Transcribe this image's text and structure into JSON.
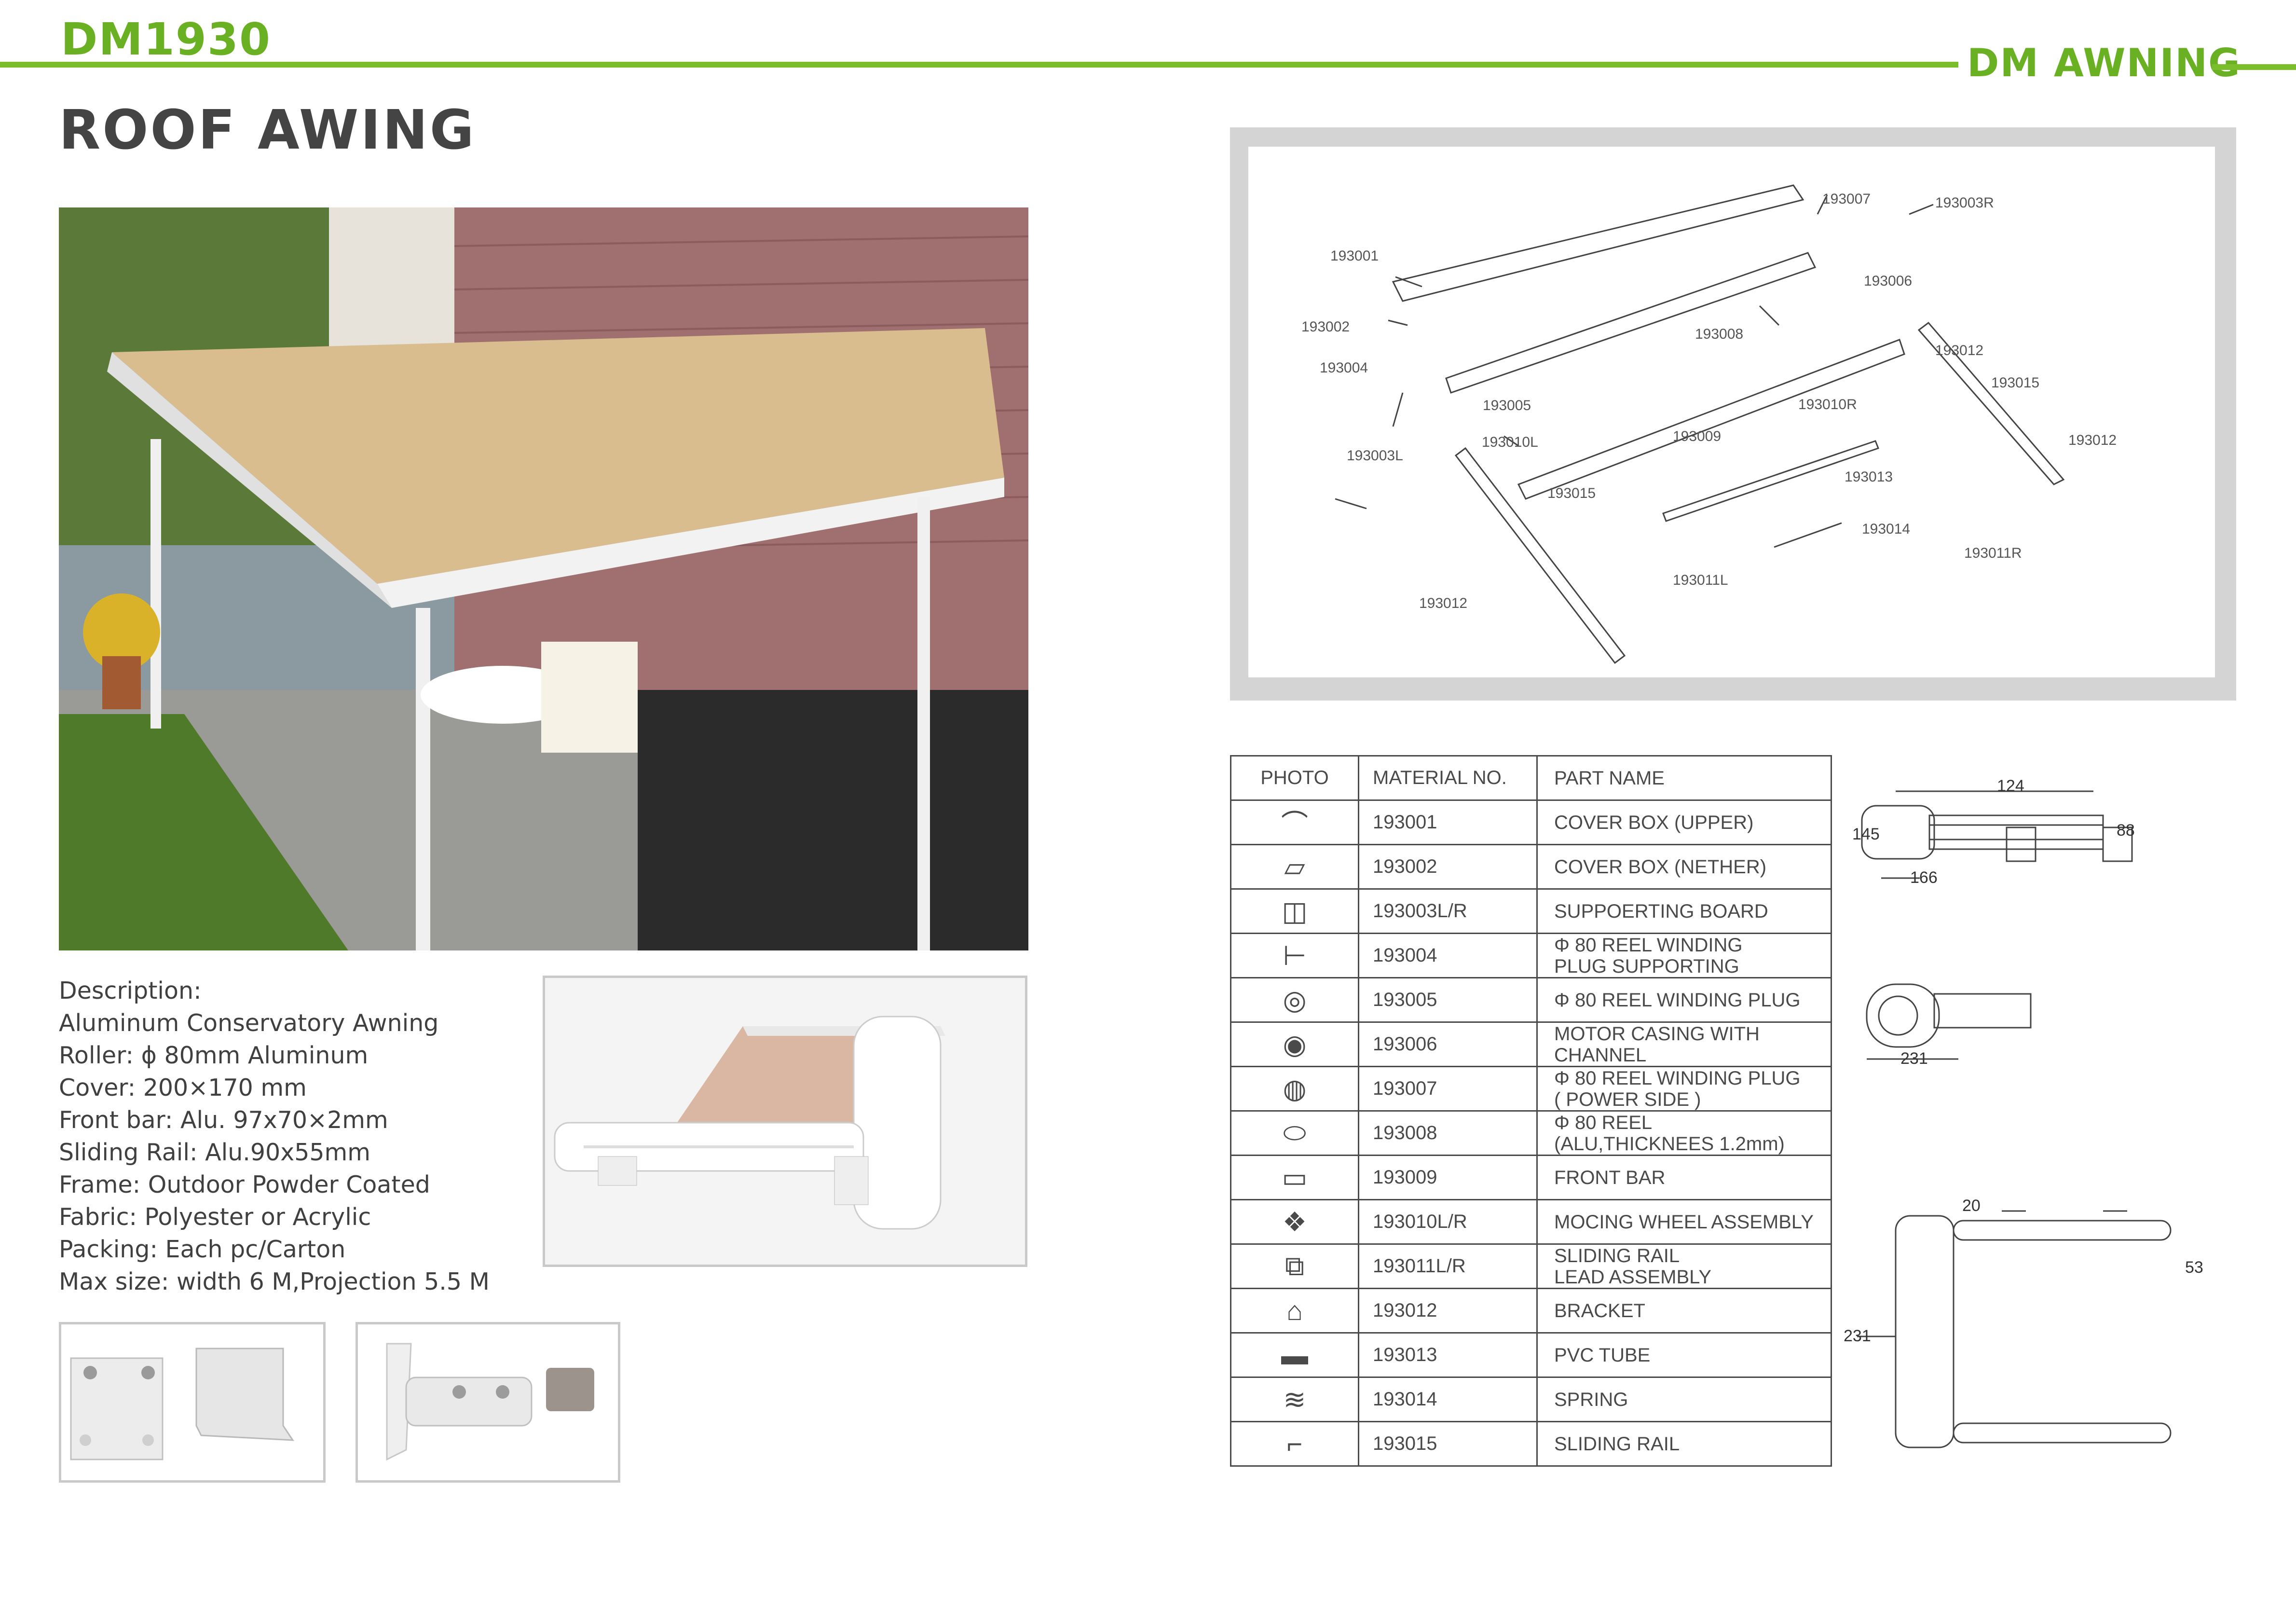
{
  "header": {
    "model": "DM1930",
    "brand": "DM AWNING",
    "title": "ROOF AWING"
  },
  "description": [
    "Description:",
    "Aluminum Conservatory Awning",
    "Roller: ϕ 80mm Aluminum",
    "Cover: 200×170 mm",
    "Front bar: Alu. 97x70×2mm",
    "Sliding Rail: Alu.90x55mm",
    "Frame: Outdoor Powder Coated",
    "Fabric: Polyester or Acrylic",
    "Packing: Each pc/Carton",
    "Max size: width 6 M,Projection 5.5 M"
  ],
  "diagram_labels": [
    "193007",
    "193003R",
    "193001",
    "193006",
    "193002",
    "193008",
    "193012",
    "193015",
    "193004",
    "193005",
    "193010R",
    "193010L",
    "193009",
    "193003L",
    "193012",
    "193013",
    "193015",
    "193014",
    "193011R",
    "193011L",
    "193012"
  ],
  "parts_table": {
    "headers": [
      "PHOTO",
      "MATERIAL NO.",
      "PART NAME"
    ],
    "rows": [
      {
        "no": "193001",
        "name": [
          "COVER BOX (UPPER)"
        ]
      },
      {
        "no": "193002",
        "name": [
          "COVER BOX (NETHER)"
        ]
      },
      {
        "no": "193003L/R",
        "name": [
          "SUPPOERTING BOARD"
        ]
      },
      {
        "no": "193004",
        "name": [
          "Φ 80 REEL WINDING",
          "PLUG SUPPORTING"
        ]
      },
      {
        "no": "193005",
        "name": [
          "Φ 80 REEL WINDING PLUG"
        ]
      },
      {
        "no": "193006",
        "name": [
          "MOTOR CASING WITH",
          "CHANNEL"
        ]
      },
      {
        "no": "193007",
        "name": [
          "Φ 80 REEL WINDING PLUG",
          "( POWER SIDE )"
        ]
      },
      {
        "no": "193008",
        "name": [
          "Φ 80 REEL",
          "(ALU,THICKNEES 1.2mm)"
        ]
      },
      {
        "no": "193009",
        "name": [
          "FRONT BAR"
        ]
      },
      {
        "no": "193010L/R",
        "name": [
          "MOCING WHEEL ASSEMBLY"
        ]
      },
      {
        "no": "193011L/R",
        "name": [
          "SLIDING RAIL",
          "LEAD ASSEMBLY"
        ]
      },
      {
        "no": "193012",
        "name": [
          "BRACKET"
        ]
      },
      {
        "no": "193013",
        "name": [
          "PVC TUBE"
        ]
      },
      {
        "no": "193014",
        "name": [
          "SPRING"
        ]
      },
      {
        "no": "193015",
        "name": [
          "SLIDING RAIL"
        ]
      }
    ]
  },
  "dimensions": {
    "side": {
      "a": "124",
      "b": "145",
      "c": "88",
      "d": "166"
    },
    "end": {
      "a": "231"
    },
    "top": {
      "a": "20",
      "b": "53",
      "c": "231"
    }
  },
  "colors": {
    "accent": "#7cbd2c",
    "accent_text": "#6ab023",
    "fabric": "#d9bd8f"
  }
}
